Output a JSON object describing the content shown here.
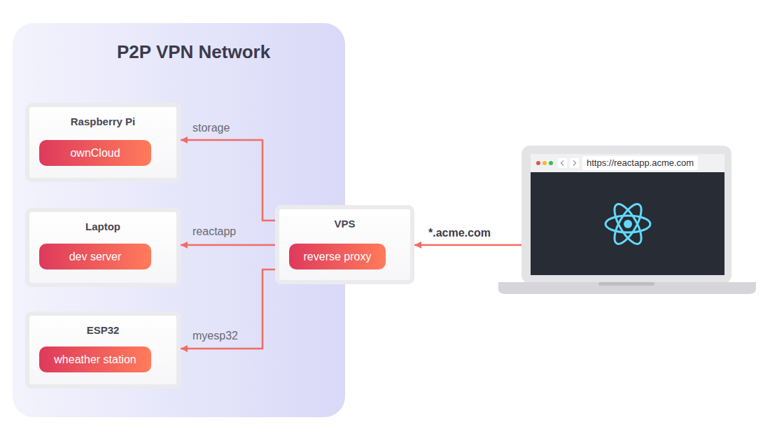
{
  "diagram": {
    "nodes": [
      {
        "text": [
          "P2P VPN Network"
        ]
      },
      {
        "text": [
          "Raspberry Pi"
        ],
        "in": 0
      },
      {
        "text": [
          "ownCloud"
        ],
        "in": 1
      },
      {
        "text": [
          "Laptop"
        ],
        "in": 0
      },
      {
        "text": [
          "dev server"
        ],
        "in": 3
      },
      {
        "text": [
          "ESP32"
        ],
        "in": 0
      },
      {
        "text": [
          "wheather station"
        ],
        "in": 5
      },
      {
        "text": [
          "VPS"
        ],
        "in": 0
      },
      {
        "text": [
          "reverse proxy"
        ],
        "in": 7
      },
      {
        "text": [
          "https://reactapp.acme.com"
        ]
      }
    ],
    "edges": [
      {
        "from": 9,
        "to": 7,
        "label": "*.acme.com",
        "arrow": "to"
      },
      {
        "from": 7,
        "to": 1,
        "label": "storage",
        "arrow": "to"
      },
      {
        "from": 7,
        "to": 3,
        "label": "reactapp",
        "arrow": "to"
      },
      {
        "from": 7,
        "to": 5,
        "label": "myesp32",
        "arrow": "to"
      }
    ]
  }
}
